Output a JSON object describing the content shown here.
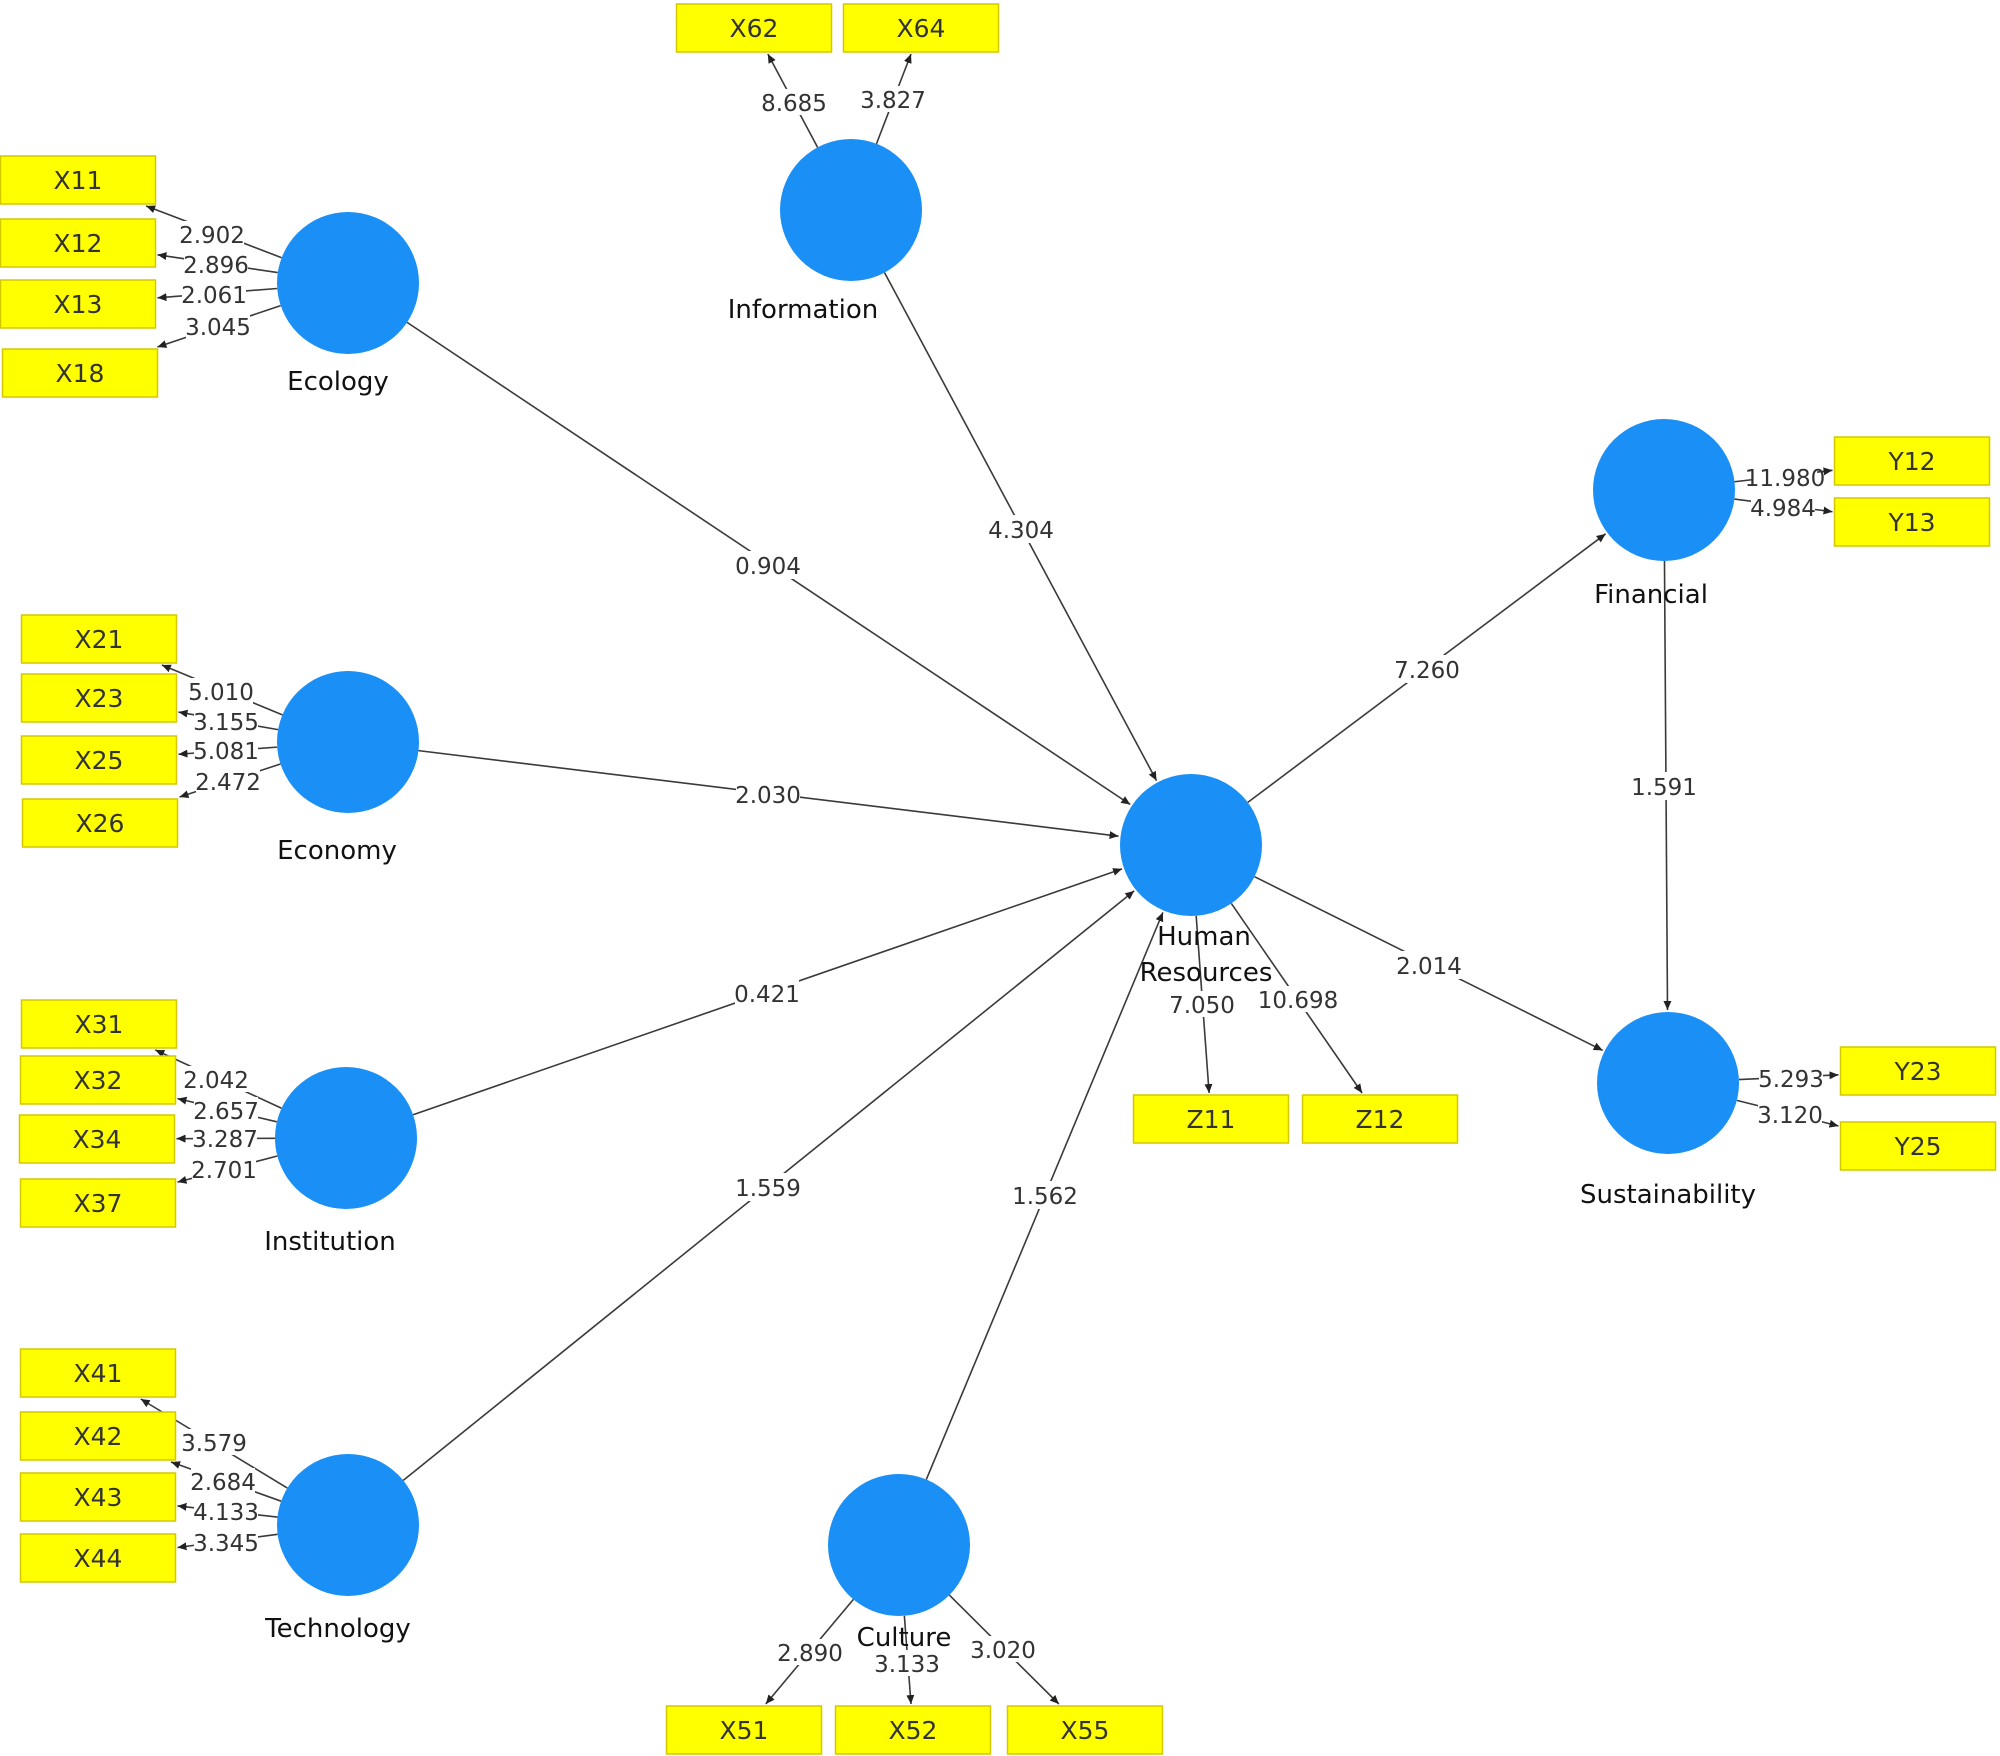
{
  "latent_variables": {
    "Ecology": "Ecology",
    "Information": "Information",
    "Economy": "Economy",
    "Institution": "Institution",
    "Technology": "Technology",
    "Culture": "Culture",
    "HR": "Human Resources",
    "Financial": "Financial",
    "Sustainability": "Sustainability"
  },
  "structural_paths": [
    {
      "from": "Ecology",
      "to": "HR",
      "value": "0.904"
    },
    {
      "from": "Information",
      "to": "HR",
      "value": "4.304"
    },
    {
      "from": "Economy",
      "to": "HR",
      "value": "2.030"
    },
    {
      "from": "Institution",
      "to": "HR",
      "value": "0.421"
    },
    {
      "from": "Technology",
      "to": "HR",
      "value": "1.559"
    },
    {
      "from": "Culture",
      "to": "HR",
      "value": "1.562"
    },
    {
      "from": "HR",
      "to": "Financial",
      "value": "7.260"
    },
    {
      "from": "HR",
      "to": "Sustainability",
      "value": "2.014"
    },
    {
      "from": "Financial",
      "to": "Sustainability",
      "value": "1.591"
    }
  ],
  "measurement": {
    "Ecology": [
      {
        "indicator": "X11",
        "value": "2.902"
      },
      {
        "indicator": "X12",
        "value": "2.896"
      },
      {
        "indicator": "X13",
        "value": "2.061"
      },
      {
        "indicator": "X18",
        "value": "3.045"
      }
    ],
    "Information": [
      {
        "indicator": "X62",
        "value": "8.685"
      },
      {
        "indicator": "X64",
        "value": "3.827"
      }
    ],
    "Economy": [
      {
        "indicator": "X21",
        "value": "5.010"
      },
      {
        "indicator": "X23",
        "value": "3.155"
      },
      {
        "indicator": "X25",
        "value": "5.081"
      },
      {
        "indicator": "X26",
        "value": "2.472"
      }
    ],
    "Institution": [
      {
        "indicator": "X31",
        "value": "2.042"
      },
      {
        "indicator": "X32",
        "value": "2.657"
      },
      {
        "indicator": "X34",
        "value": "3.287"
      },
      {
        "indicator": "X37",
        "value": "2.701"
      }
    ],
    "Technology": [
      {
        "indicator": "X41",
        "value": "3.579"
      },
      {
        "indicator": "X42",
        "value": "2.684"
      },
      {
        "indicator": "X43",
        "value": "4.133"
      },
      {
        "indicator": "X44",
        "value": "3.345"
      }
    ],
    "Culture": [
      {
        "indicator": "X51",
        "value": "2.890"
      },
      {
        "indicator": "X52",
        "value": "3.133"
      },
      {
        "indicator": "X55",
        "value": "3.020"
      }
    ],
    "HR": [
      {
        "indicator": "Z11",
        "value": "7.050"
      },
      {
        "indicator": "Z12",
        "value": "10.698"
      }
    ],
    "Financial": [
      {
        "indicator": "Y12",
        "value": "11.980"
      },
      {
        "indicator": "Y13",
        "value": "4.984"
      }
    ],
    "Sustainability": [
      {
        "indicator": "Y23",
        "value": "5.293"
      },
      {
        "indicator": "Y25",
        "value": "3.120"
      }
    ]
  },
  "colors": {
    "latent_fill": "#1a8ff5",
    "indicator_fill": "#ffff00",
    "edge": "#3a3a3a"
  }
}
